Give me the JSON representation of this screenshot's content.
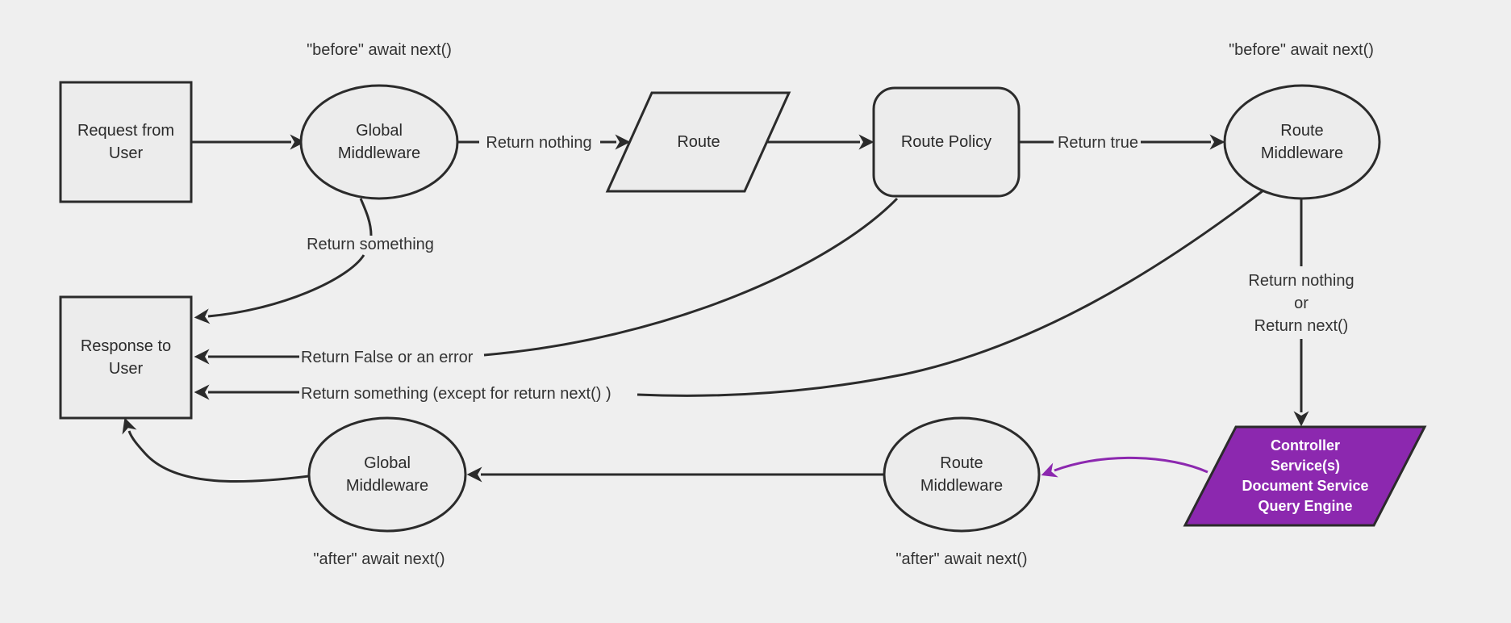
{
  "colors": {
    "background": "#efefef",
    "node_fill": "#ececec",
    "stroke": "#2b2b2b",
    "text": "#333333",
    "accent_purple": "#8c28af",
    "purple_text": "#ffffff"
  },
  "nodes": {
    "request": {
      "label": "Request from\nUser"
    },
    "global_middleware_top": {
      "label": "Global\nMiddleware"
    },
    "route": {
      "label": "Route"
    },
    "route_policy": {
      "label": "Route Policy"
    },
    "route_middleware_top": {
      "label": "Route\nMiddleware"
    },
    "controller": {
      "label": "Controller\nService(s)\nDocument Service\nQuery Engine"
    },
    "route_middleware_bottom": {
      "label": "Route\nMiddleware"
    },
    "global_middleware_bottom": {
      "label": "Global\nMiddleware"
    },
    "response": {
      "label": "Response to\nUser"
    }
  },
  "edge_labels": {
    "before_await_left": "\"before\" await next()",
    "before_await_right": "\"before\" await next()",
    "after_await_left": "\"after\" await next()",
    "after_await_right": "\"after\" await next()",
    "return_nothing": "Return nothing",
    "return_true": "Return true",
    "return_something": "Return something",
    "return_false_or_error": "Return False or an error",
    "return_something_except": "Return something (except for return next() )",
    "return_nothing_or_next": "Return nothing\nor\nReturn next()"
  }
}
